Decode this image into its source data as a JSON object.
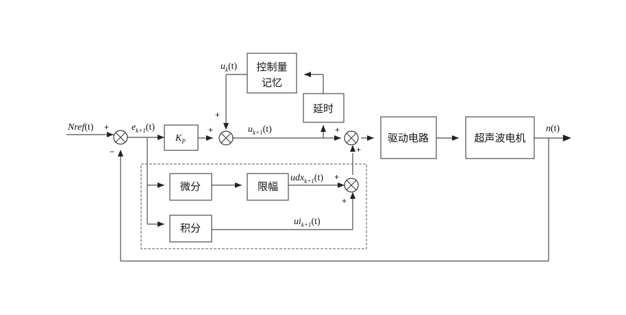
{
  "blocks": {
    "kp": "K",
    "kp_sub": "P",
    "memory_line1": "控制量",
    "memory_line2": "记忆",
    "delay": "延时",
    "drive": "驱动电路",
    "motor": "超声波电机",
    "derivative": "微分",
    "limiter": "限幅",
    "integral": "积分"
  },
  "signals": {
    "nref_name": "Nref",
    "e_name": "e",
    "e_sub": "k+1",
    "uk_name": "u",
    "uk_sub": "k",
    "uk1_name": "u",
    "uk1_sub": "k+1",
    "udx_name": "udx",
    "udx_sub": "k+1",
    "ui_name": "ui",
    "ui_sub": "k+1",
    "n_name": "n",
    "t_arg": "(t)"
  },
  "signs": {
    "plus": "+",
    "minus": "−"
  }
}
